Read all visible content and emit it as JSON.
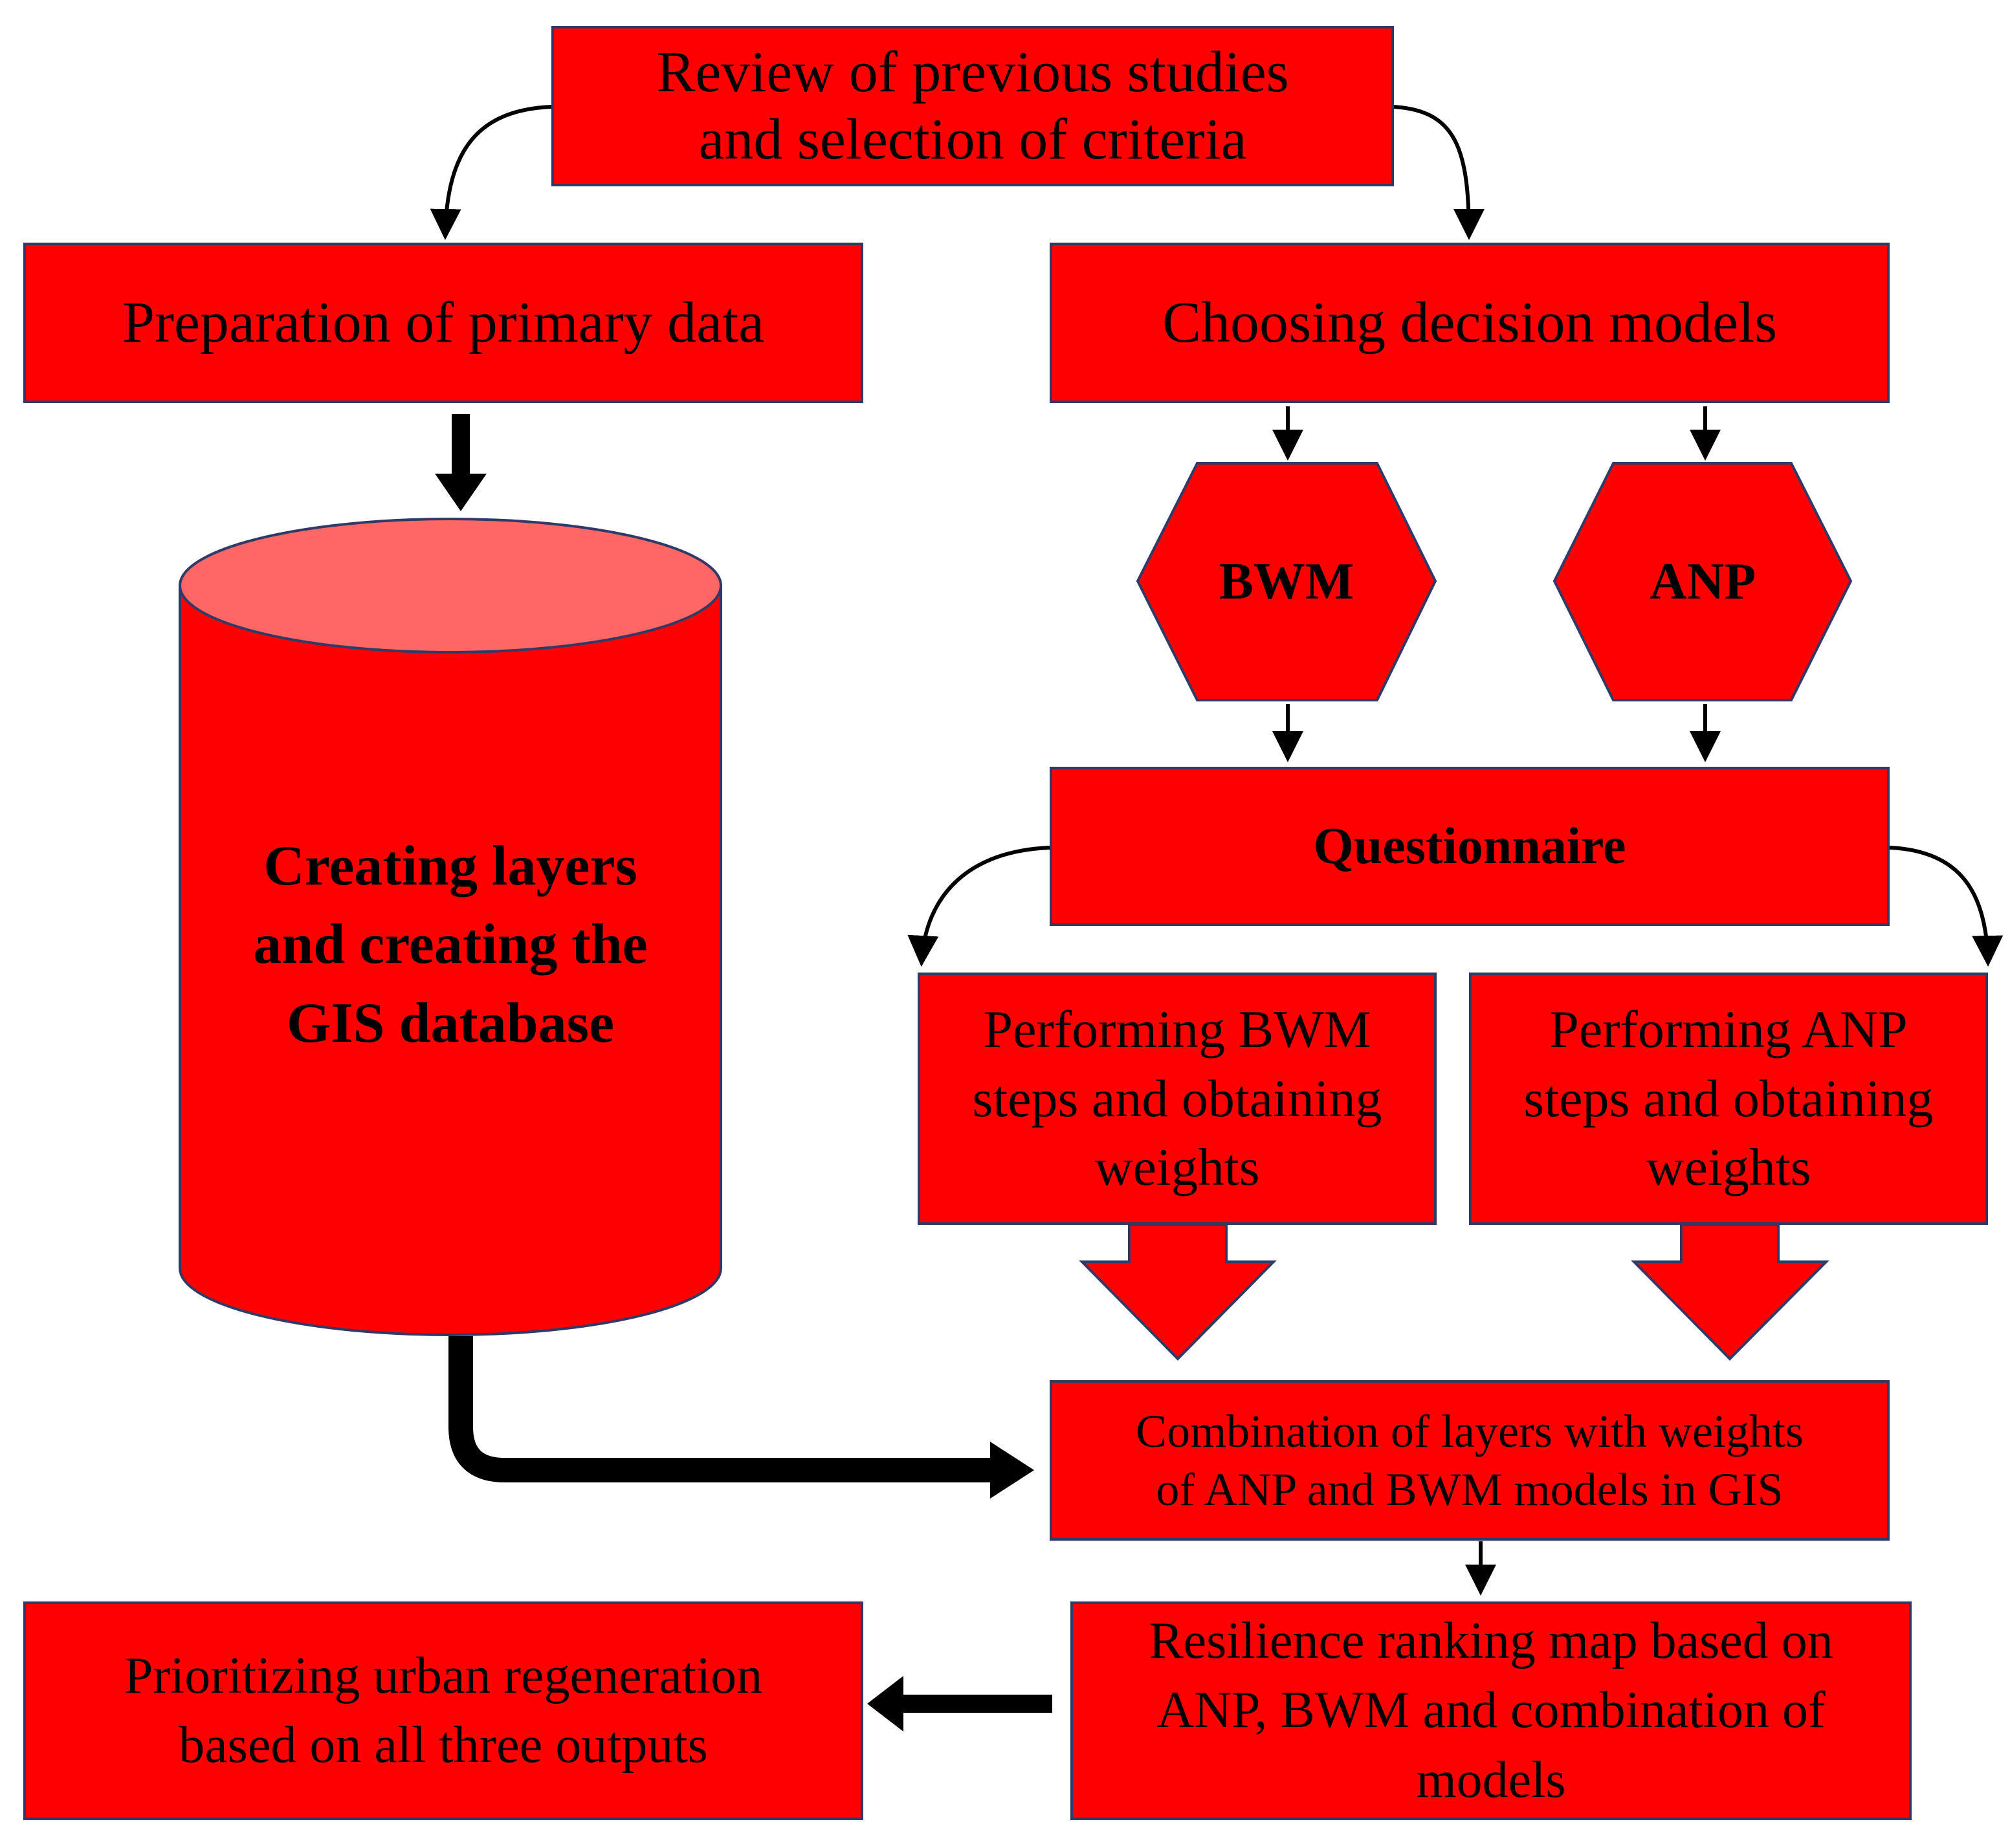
{
  "colors": {
    "box_fill": "#ff0000",
    "box_border": "#2f3a66",
    "cylinder_top": "#ff6666",
    "arrow": "#000000",
    "background": "#ffffff"
  },
  "nodes": {
    "review": "Review of previous studies\nand selection of criteria",
    "primary_data": "Preparation of primary data",
    "decision_models": "Choosing decision models",
    "bwm": "BWM",
    "anp": "ANP",
    "gis_database": "Creating layers\nand creating the\nGIS database",
    "questionnaire": "Questionnaire",
    "perform_bwm": "Performing BWM\nsteps and obtaining\nweights",
    "perform_anp": "Performing ANP\nsteps and obtaining\nweights",
    "combination": "Combination of layers with weights\nof ANP and BWM models in GIS",
    "resilience_map": "Resilience ranking map based on\nANP, BWM and combination of\nmodels",
    "prioritizing": "Prioritizing urban regeneration\nbased on all three outputs"
  }
}
